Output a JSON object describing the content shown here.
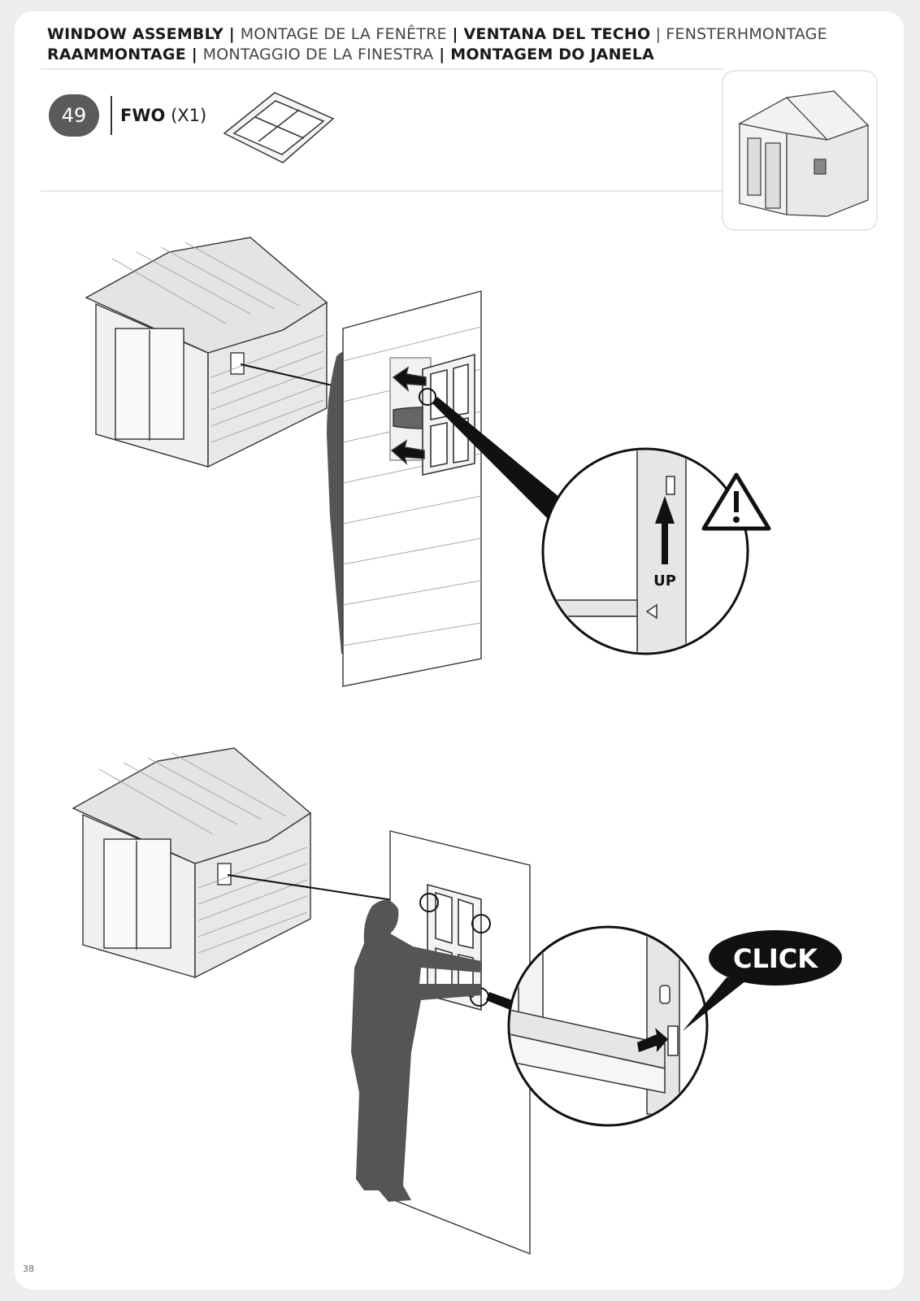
{
  "header": {
    "line1": [
      {
        "text": "WINDOW ASSEMBLY",
        "bold": true
      },
      {
        "text": " | ",
        "bold": true
      },
      {
        "text": "MONTAGE DE LA FENÊTRE",
        "bold": false
      },
      {
        "text": " | ",
        "bold": true
      },
      {
        "text": "VENTANA DEL TECHO",
        "bold": true
      },
      {
        "text": " | ",
        "bold": false
      },
      {
        "text": "FENSTERHMONTAGE",
        "bold": false
      }
    ],
    "line2": [
      {
        "text": "RAAMMONTAGE",
        "bold": true
      },
      {
        "text": " | ",
        "bold": true
      },
      {
        "text": "MONTAGGIO DE LA FINESTRA",
        "bold": false
      },
      {
        "text": " | ",
        "bold": true
      },
      {
        "text": "MONTAGEM DO JANELA",
        "bold": true
      }
    ]
  },
  "step": {
    "number": "49",
    "part_code": "FWO",
    "part_qty": "(X1)"
  },
  "callouts": {
    "up_label": "UP",
    "click_label": "CLICK"
  },
  "footer": {
    "page_number": "38"
  }
}
